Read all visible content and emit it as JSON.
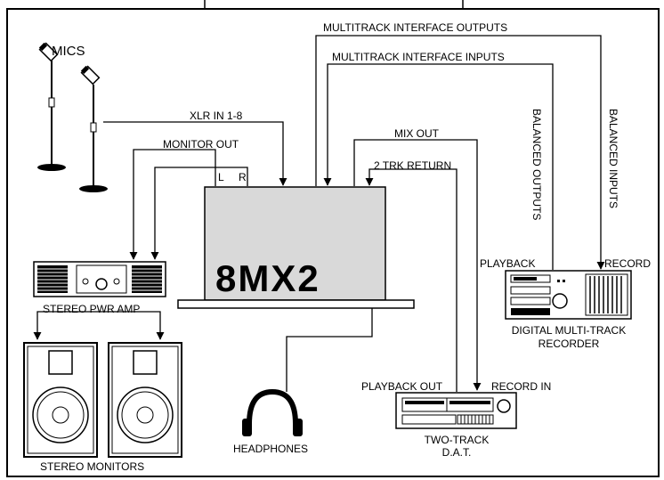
{
  "mixer": {
    "name": "8MX2"
  },
  "labels": {
    "mics": "MICS",
    "xlr_in": "XLR IN 1-8",
    "monitor_out": "MONITOR OUT",
    "left": "L",
    "right": "R",
    "multitrack_outputs": "MULTITRACK INTERFACE OUTPUTS",
    "multitrack_inputs": "MULTITRACK INTERFACE INPUTS",
    "mix_out": "MIX OUT",
    "two_trk_return": "2 TRK RETURN",
    "balanced_outputs": "BALANCED OUTPUTS",
    "balanced_inputs": "BALANCED INPUTS",
    "playback": "PLAYBACK",
    "record": "RECORD",
    "stereo_pwr_amp": "STEREO PWR AMP",
    "digital_recorder_line1": "DIGITAL MULTI-TRACK",
    "digital_recorder_line2": "RECORDER",
    "playback_out": "PLAYBACK OUT",
    "record_in": "RECORD IN",
    "two_track_line1": "TWO-TRACK",
    "two_track_line2": "D.A.T.",
    "headphones": "HEADPHONES",
    "stereo_monitors": "STEREO MONITORS"
  },
  "colors": {
    "line": "#000000",
    "mixer_face": "#d9d9d9",
    "background": "#ffffff"
  }
}
